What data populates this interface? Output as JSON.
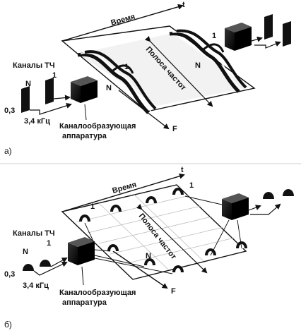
{
  "panels": [
    {
      "letter": "а)",
      "time_label": "Время",
      "time_axis_letter": "t",
      "freq_axis_letter": "F",
      "band_label": "Полоса частот",
      "channels_label": "Каналы ТЧ",
      "channel_first": "1",
      "channel_last": "N",
      "band_limits": "0,3",
      "band_limits_high": "3,4 кГц",
      "equipment_label_line1": "Каналообразующая",
      "equipment_label_line2": "аппаратура",
      "wave_label_1": "1",
      "wave_label_n": "N",
      "wave_label_1b": "1",
      "wave_label_nb": "N"
    },
    {
      "letter": "б)",
      "time_label": "Время",
      "time_axis_letter": "t",
      "freq_axis_letter": "F",
      "band_label": "Полоса частот",
      "channels_label": "Каналы ТЧ",
      "channel_first": "1",
      "channel_last": "N",
      "band_limits": "0,3",
      "band_limits_high": "3,4 кГц",
      "equipment_label_line1": "Каналообразующая",
      "equipment_label_line2": "аппаратура",
      "slot_label_1": "1",
      "slot_label_1b": "1",
      "slot_label_n": "N"
    }
  ],
  "colors": {
    "ink": "#111111",
    "gray": "#bdbdbd",
    "light": "#e6e6e6"
  }
}
